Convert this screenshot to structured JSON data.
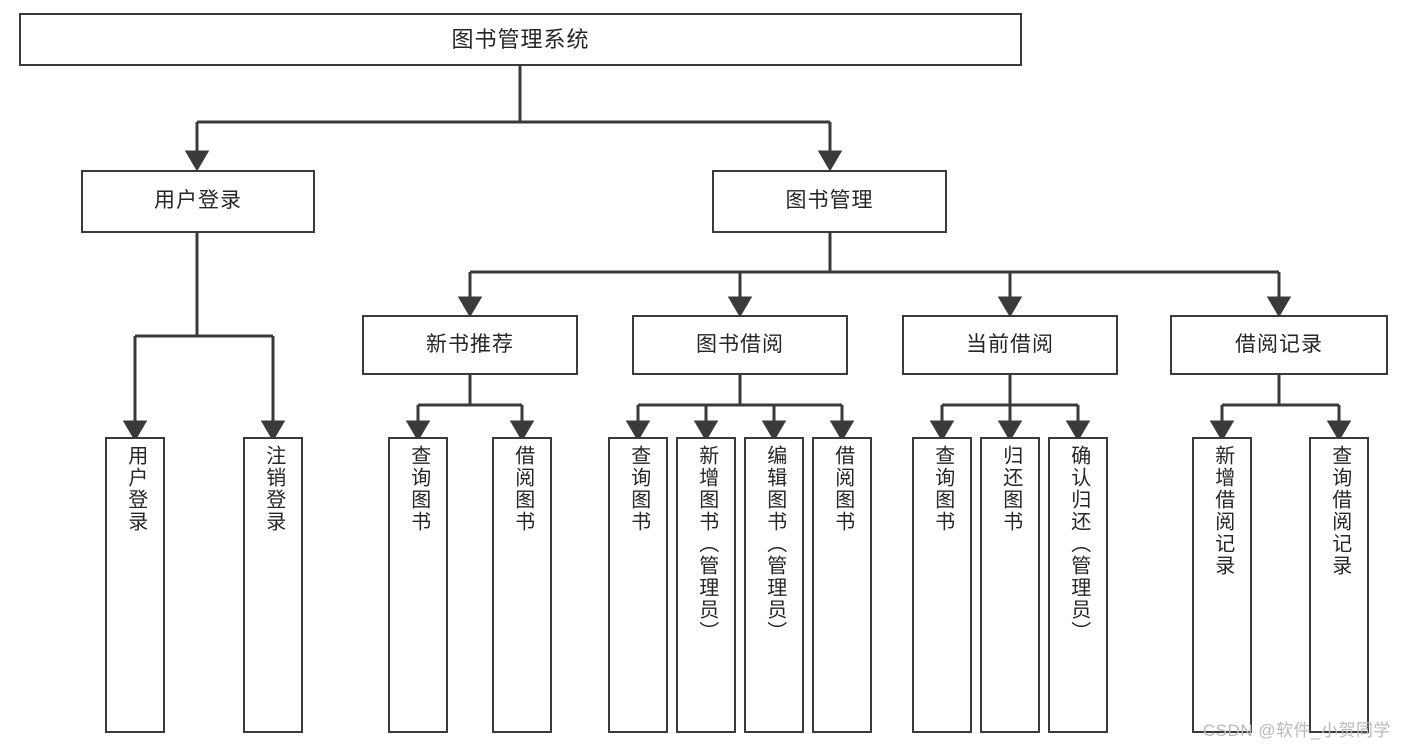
{
  "diagram": {
    "title": "图书管理系统",
    "watermark": "CSDN @软件_小贺同学",
    "line_color": "#3a3a3a",
    "box_border_color": "#3a3a3a",
    "box_fill_color": "#ffffff",
    "text_color": "#262626",
    "watermark_color": "#b9b9b9"
  },
  "nodes": {
    "root": {
      "label": "图书管理系统"
    },
    "level2": [
      {
        "label": "用户登录"
      },
      {
        "label": "图书管理"
      }
    ],
    "level3": [
      {
        "label": "新书推荐"
      },
      {
        "label": "图书借阅"
      },
      {
        "label": "当前借阅"
      },
      {
        "label": "借阅记录"
      }
    ],
    "leaves": {
      "user_login": [
        {
          "label": "用户登录"
        },
        {
          "label": "注销登录"
        }
      ],
      "new_books": [
        {
          "label": "查询图书"
        },
        {
          "label": "借阅图书"
        }
      ],
      "book_borrow": [
        {
          "label": "查询图书"
        },
        {
          "label": "新增图书（管理员）"
        },
        {
          "label": "编辑图书（管理员）"
        },
        {
          "label": "借阅图书"
        }
      ],
      "current_borrow": [
        {
          "label": "查询图书"
        },
        {
          "label": "归还图书"
        },
        {
          "label": "确认归还（管理员）"
        }
      ],
      "borrow_records": [
        {
          "label": "新增借阅记录"
        },
        {
          "label": "查询借阅记录"
        }
      ]
    }
  }
}
